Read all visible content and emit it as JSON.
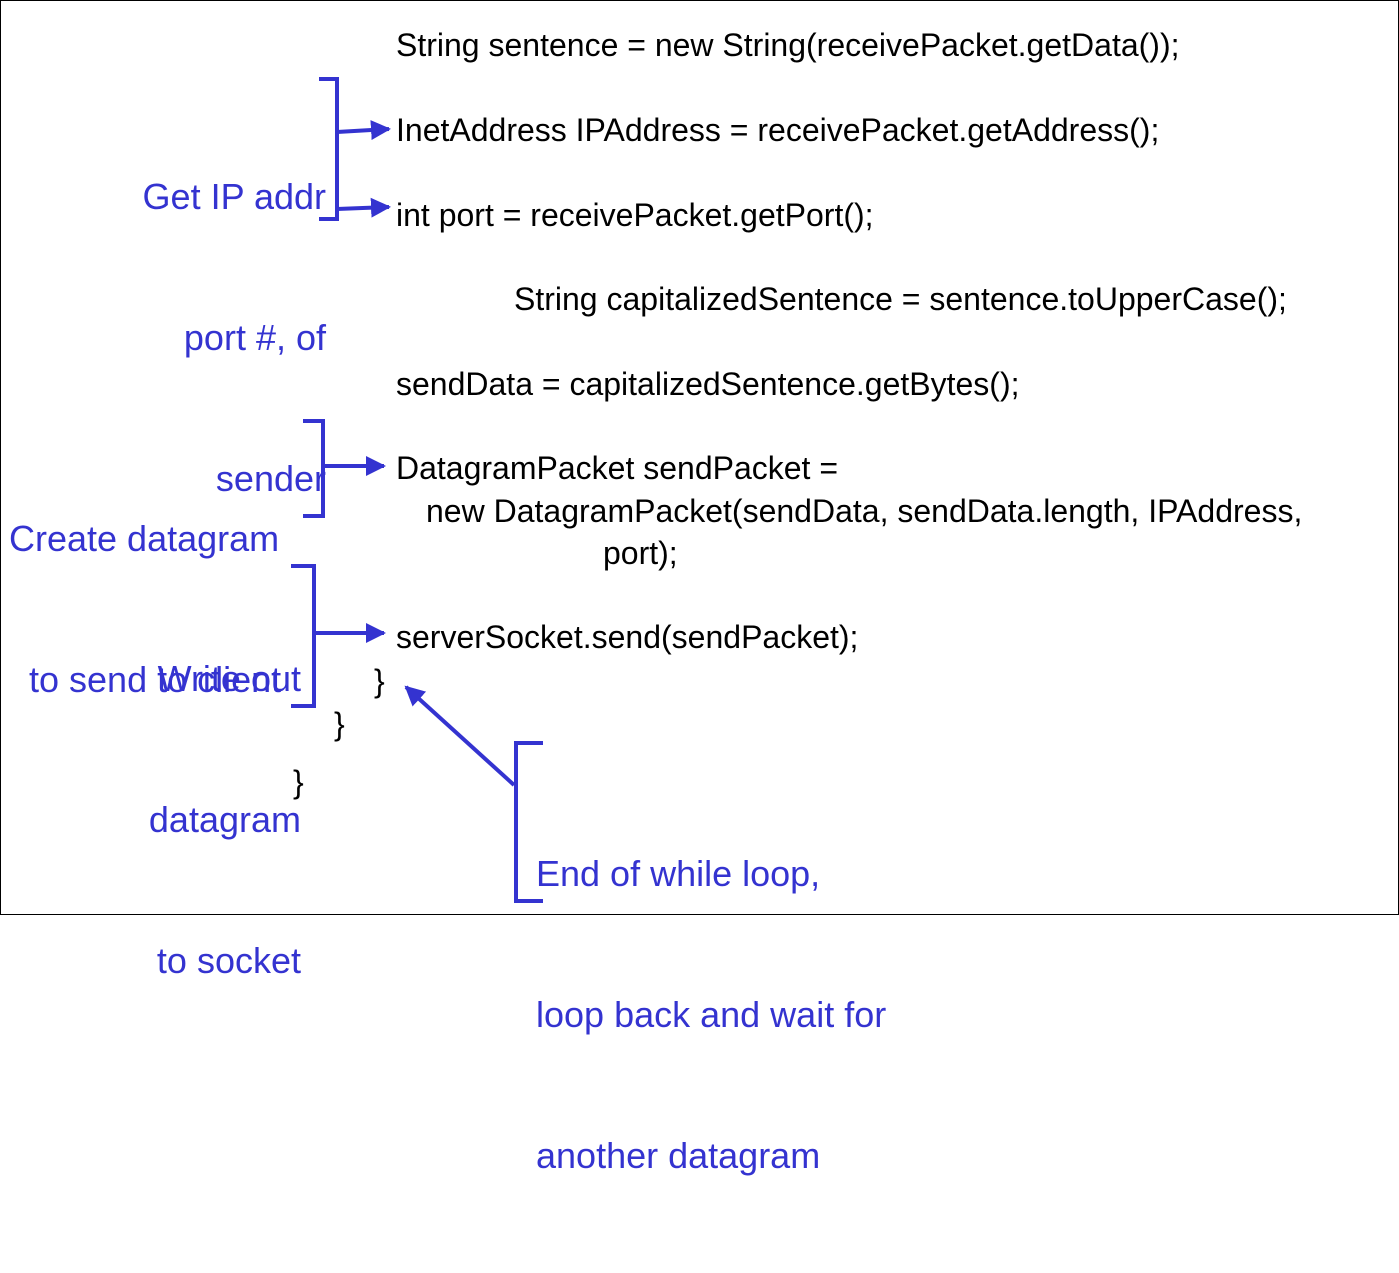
{
  "code": {
    "line1": "String sentence = new String(receivePacket.getData());",
    "line2": "InetAddress IPAddress = receivePacket.getAddress();",
    "line3": "int port = receivePacket.getPort();",
    "line4": "String capitalizedSentence = sentence.toUpperCase();",
    "line5": "sendData = capitalizedSentence.getBytes();",
    "line6": "DatagramPacket sendPacket =",
    "line7": "new DatagramPacket(sendData, sendData.length, IPAddress,",
    "line8": "port);",
    "line9": "serverSocket.send(sendPacket);",
    "brace1": "}",
    "brace2": "}",
    "brace3": "}"
  },
  "annotations": {
    "get_ip": [
      "Get IP addr",
      "port #, of",
      "sender"
    ],
    "create_datagram": [
      "Create datagram",
      "to send to client"
    ],
    "write_out": [
      "Write out",
      "datagram",
      "to socket"
    ],
    "end_loop": [
      "End of while loop,",
      "loop back and wait for",
      "another datagram"
    ]
  },
  "colors": {
    "annotation": "#3433d0",
    "code": "#000000"
  }
}
